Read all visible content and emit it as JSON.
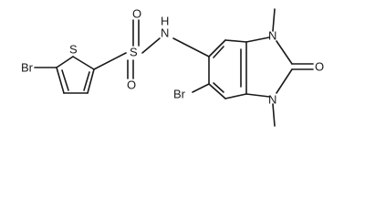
{
  "atoms": {
    "br_thiophene": "Br",
    "s_ring": "S",
    "s_sulfonyl": "S",
    "o_upper": "O",
    "o_lower": "O",
    "nh": "N",
    "h_of_nh": "H",
    "n_upper": "N",
    "n_lower": "N",
    "o_carbonyl": "O",
    "br_benzene": "Br"
  }
}
